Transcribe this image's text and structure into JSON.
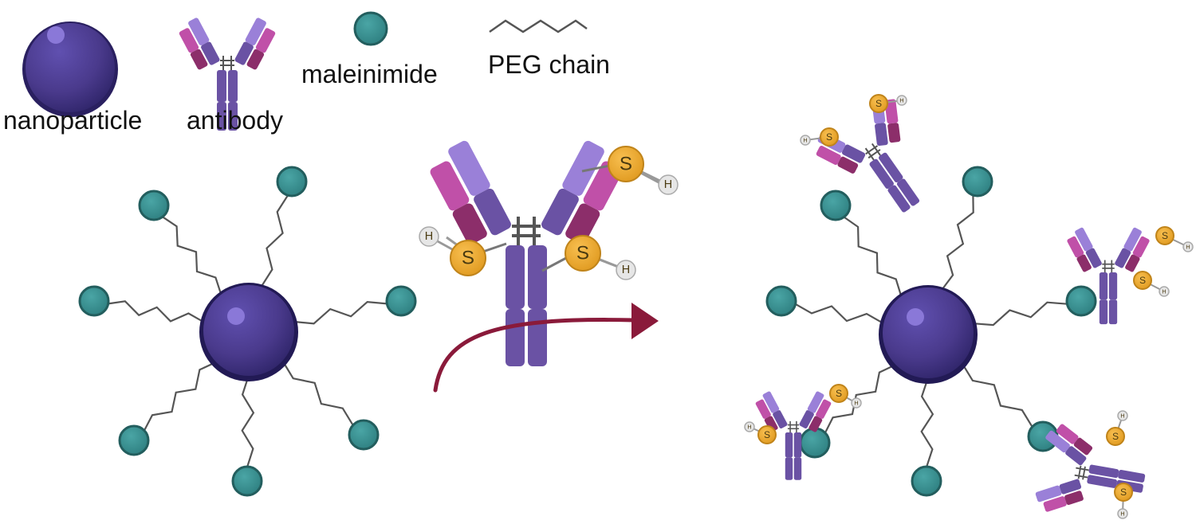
{
  "legend": {
    "nanoparticle_label": "nanoparticle",
    "antibody_label": "antibody",
    "maleimide_label": "maleinimide",
    "peg_label": "PEG chain"
  },
  "atoms": {
    "sulfur": "S",
    "hydrogen": "H"
  },
  "colors": {
    "nanoparticle": "#4a3a8c",
    "nanoparticle_dark": "#2a2060",
    "maleimide": "#3a9090",
    "peg": "#555555",
    "antibody_purple": "#6a52a4",
    "antibody_light_purple": "#9a80d8",
    "antibody_magenta": "#c050a8",
    "antibody_maroon": "#8c2e6a",
    "thiol_sulfur": "#f0a830",
    "thiol_hydrogen": "#e0e0e0",
    "arrow": "#8a1a3a"
  }
}
